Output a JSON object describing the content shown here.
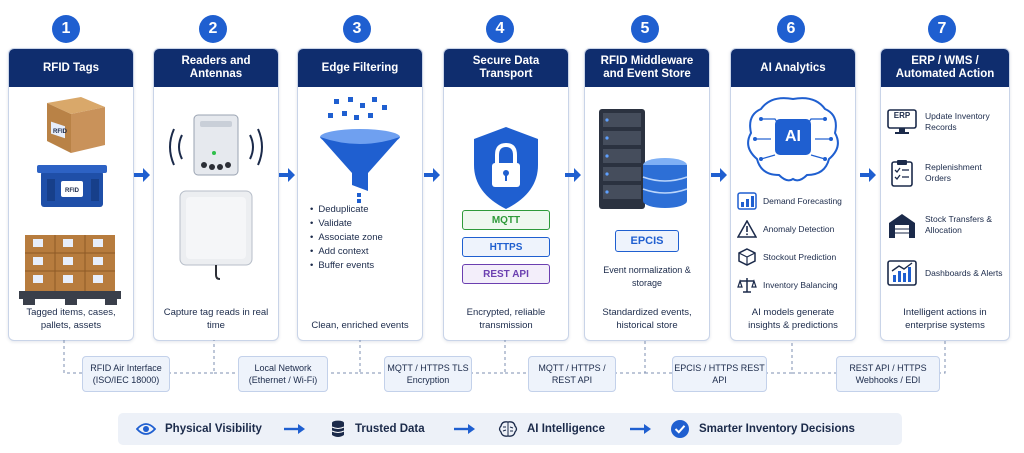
{
  "steps": [
    {
      "number": "1",
      "title": "RFID Tags",
      "caption": "Tagged items, cases, pallets, assets"
    },
    {
      "number": "2",
      "title": "Readers and Antennas",
      "caption": "Capture tag reads in real time"
    },
    {
      "number": "3",
      "title": "Edge Filtering",
      "caption": "Clean, enriched events",
      "bullets": [
        "Deduplicate",
        "Validate",
        "Associate zone",
        "Add context",
        "Buffer events"
      ]
    },
    {
      "number": "4",
      "title": "Secure Data Transport",
      "caption": "Encrypted, reliable transmission",
      "protocols": [
        "MQTT",
        "HTTPS",
        "REST API"
      ]
    },
    {
      "number": "5",
      "title": "RFID Middleware and Event Store",
      "caption": "Standardized events, historical store",
      "badge": "EPCIS",
      "note": "Event normalization & storage"
    },
    {
      "number": "6",
      "title": "AI Analytics",
      "caption": "AI models generate insights & predictions",
      "ai_label": "AI",
      "items": [
        "Demand Forecasting",
        "Anomaly Detection",
        "Stockout Prediction",
        "Inventory Balancing"
      ]
    },
    {
      "number": "7",
      "title": "ERP / WMS / Automated Action",
      "caption": "Intelligent actions in enterprise systems",
      "erp_label": "ERP",
      "items": [
        "Update Inventory Records",
        "Replenishment Orders",
        "Stock Transfers & Allocation",
        "Dashboards & Alerts"
      ]
    }
  ],
  "tag_labels": [
    "RFID",
    "RFID"
  ],
  "interfaces": [
    "RFID Air Interface (ISO/IEC 18000)",
    "Local Network (Ethernet / Wi-Fi)",
    "MQTT / HTTPS TLS Encryption",
    "MQTT / HTTPS / REST API",
    "EPCIS / HTTPS REST API",
    "REST API / HTTPS Webhooks / EDI"
  ],
  "outcomes": [
    "Physical Visibility",
    "Trusted Data",
    "AI Intelligence",
    "Smarter Inventory Decisions"
  ],
  "colors": {
    "primary": "#0f2d6e",
    "accent": "#1f5fd0",
    "mqtt": "#2e9a3a",
    "https": "#1f5fd0",
    "rest": "#6b3fb0"
  }
}
